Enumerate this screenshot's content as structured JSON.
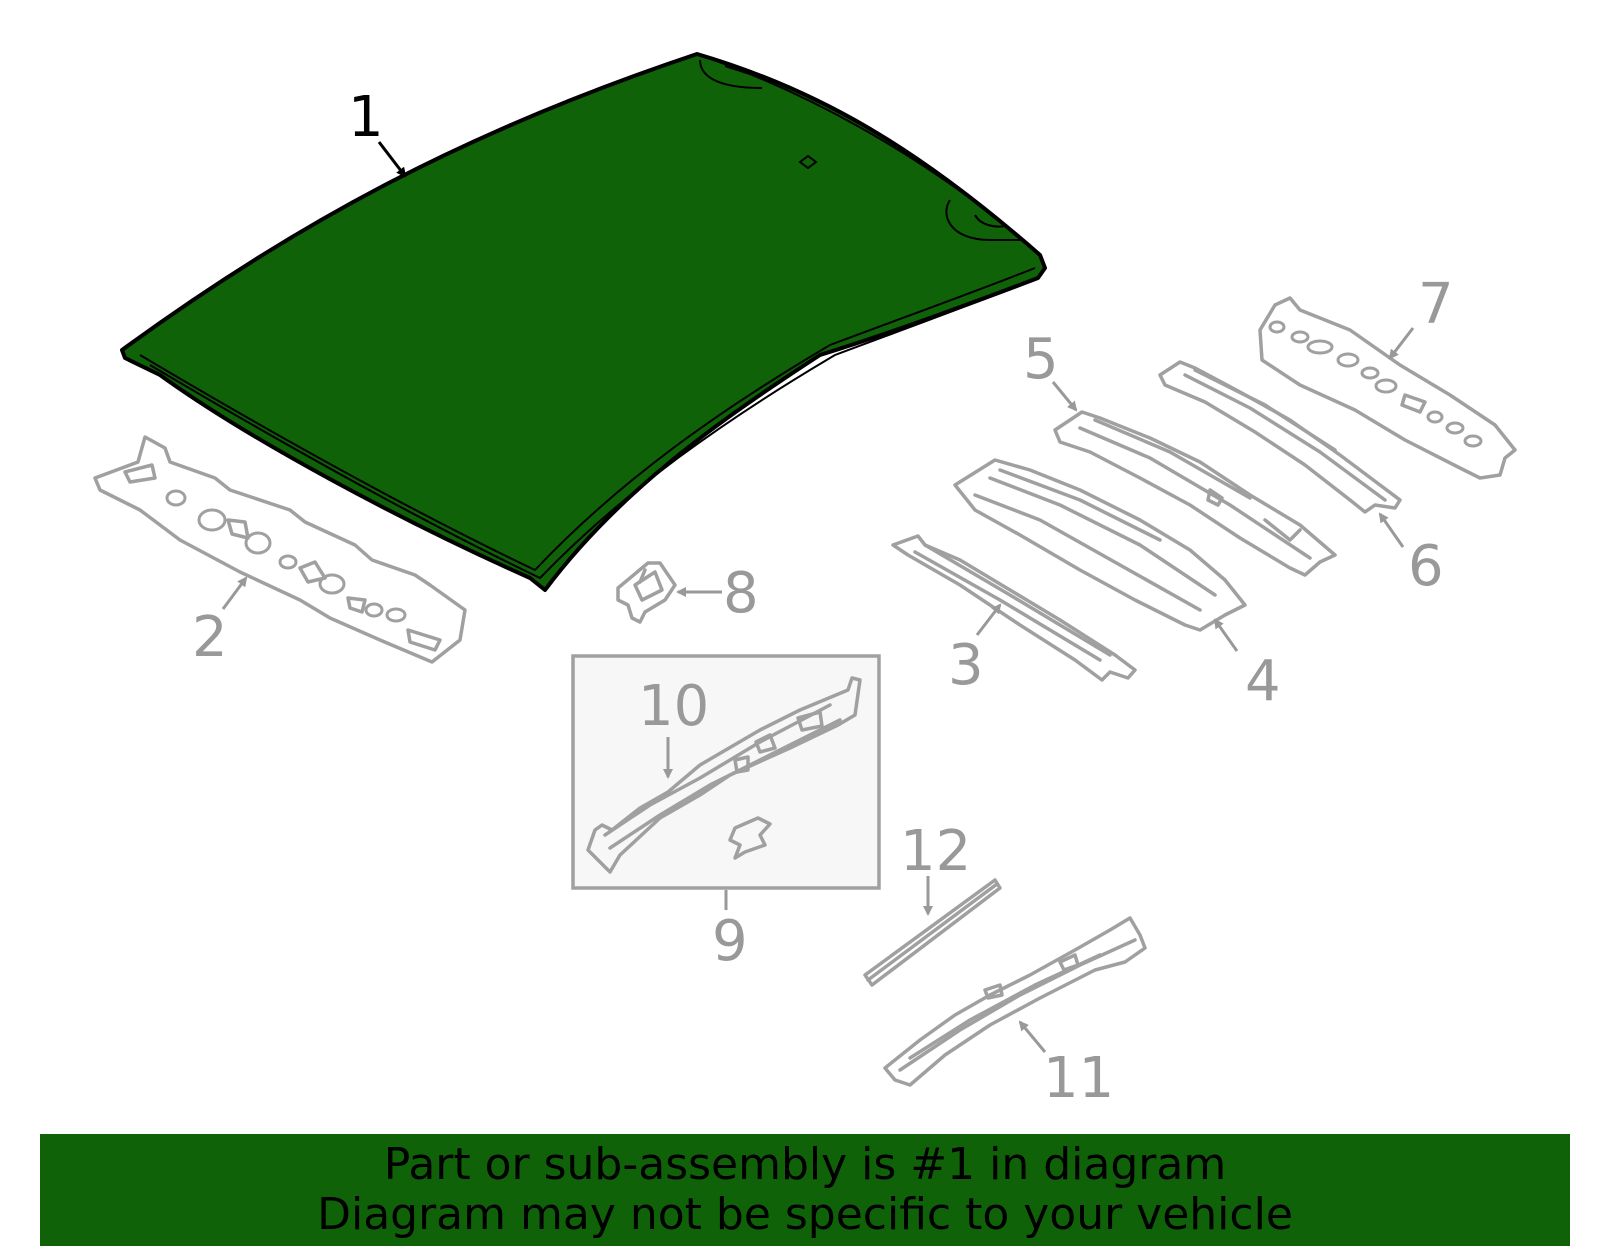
{
  "colors": {
    "highlight_fill": "#106209",
    "part_stroke": "#a0a0a0",
    "callout_gray": "#999999",
    "callout_highlight": "#000000",
    "banner_bg": "#106209",
    "inset_bg": "#f7f7f7"
  },
  "highlighted_part": "1",
  "callouts": {
    "c1": "1",
    "c2": "2",
    "c3": "3",
    "c4": "4",
    "c5": "5",
    "c6": "6",
    "c7": "7",
    "c8": "8",
    "c9": "9",
    "c10": "10",
    "c11": "11",
    "c12": "12"
  },
  "banner": {
    "line1": "Part or sub-assembly is #1 in diagram",
    "line2": "Diagram may not be specific to your vehicle"
  }
}
